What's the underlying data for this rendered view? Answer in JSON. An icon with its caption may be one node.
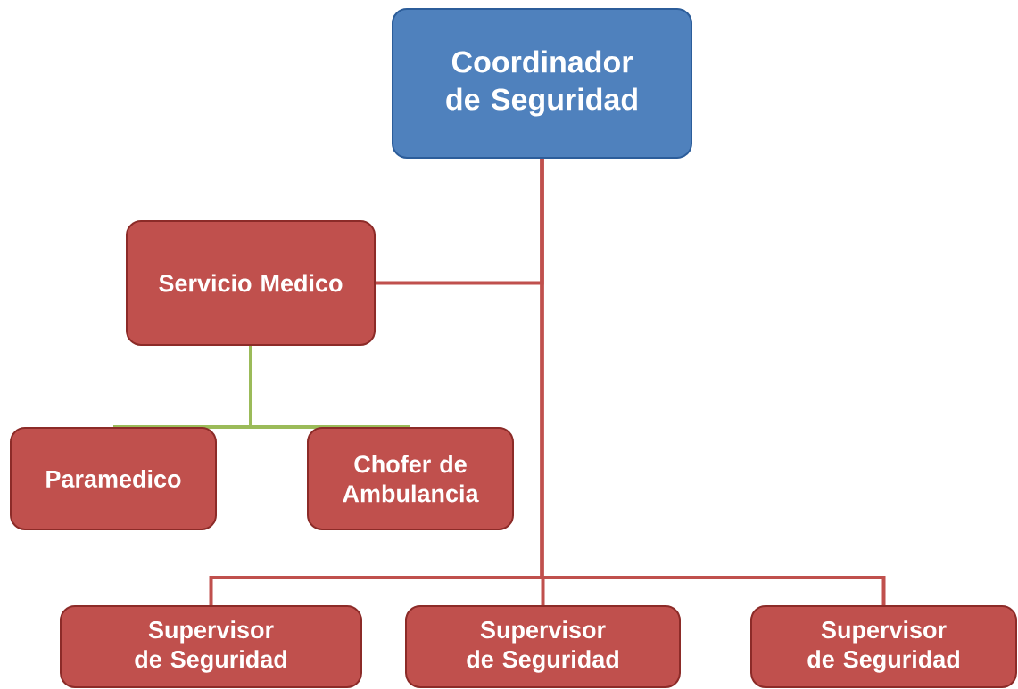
{
  "diagram": {
    "nodes": [
      {
        "text": [
          "Coordinador de Seguridad"
        ]
      },
      {
        "text": [
          "Servicio Medico"
        ]
      },
      {
        "text": [
          "Paramedico"
        ]
      },
      {
        "text": [
          "Chofer de Ambulancia"
        ]
      },
      {
        "text": [
          "Supervisor de Seguridad"
        ]
      },
      {
        "text": [
          "Supervisor de Seguridad"
        ]
      },
      {
        "text": [
          "Supervisor de Seguridad"
        ]
      }
    ],
    "edges": [
      {
        "from": 0,
        "to": 1,
        "arrow": "none"
      },
      {
        "from": 1,
        "to": 2,
        "arrow": "none",
        "color": "#9bbb59"
      },
      {
        "from": 1,
        "to": 3,
        "arrow": "none",
        "color": "#9bbb59"
      },
      {
        "from": 0,
        "to": 4,
        "arrow": "none"
      },
      {
        "from": 0,
        "to": 5,
        "arrow": "none"
      },
      {
        "from": 0,
        "to": 6,
        "arrow": "none"
      }
    ]
  }
}
